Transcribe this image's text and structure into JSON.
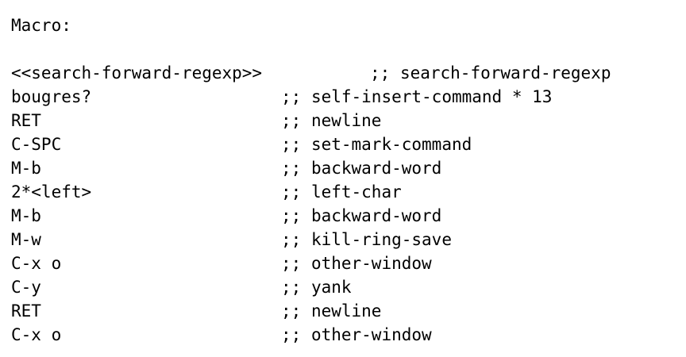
{
  "header": {
    "title": "Macro:"
  },
  "comment_prefix": ";;",
  "rows": [
    {
      "keys": "<<search-forward-regexp>>",
      "command": "search-forward-regexp"
    },
    {
      "keys": "bougres?",
      "command": "self-insert-command * 13"
    },
    {
      "keys": "RET",
      "command": "newline"
    },
    {
      "keys": "C-SPC",
      "command": "set-mark-command"
    },
    {
      "keys": "M-b",
      "command": "backward-word"
    },
    {
      "keys": "2*<left>",
      "command": "left-char"
    },
    {
      "keys": "M-b",
      "command": "backward-word"
    },
    {
      "keys": "M-w",
      "command": "kill-ring-save"
    },
    {
      "keys": "C-x o",
      "command": "other-window"
    },
    {
      "keys": "C-y",
      "command": "yank"
    },
    {
      "keys": "RET",
      "command": "newline"
    },
    {
      "keys": "C-x o",
      "command": "other-window"
    }
  ]
}
